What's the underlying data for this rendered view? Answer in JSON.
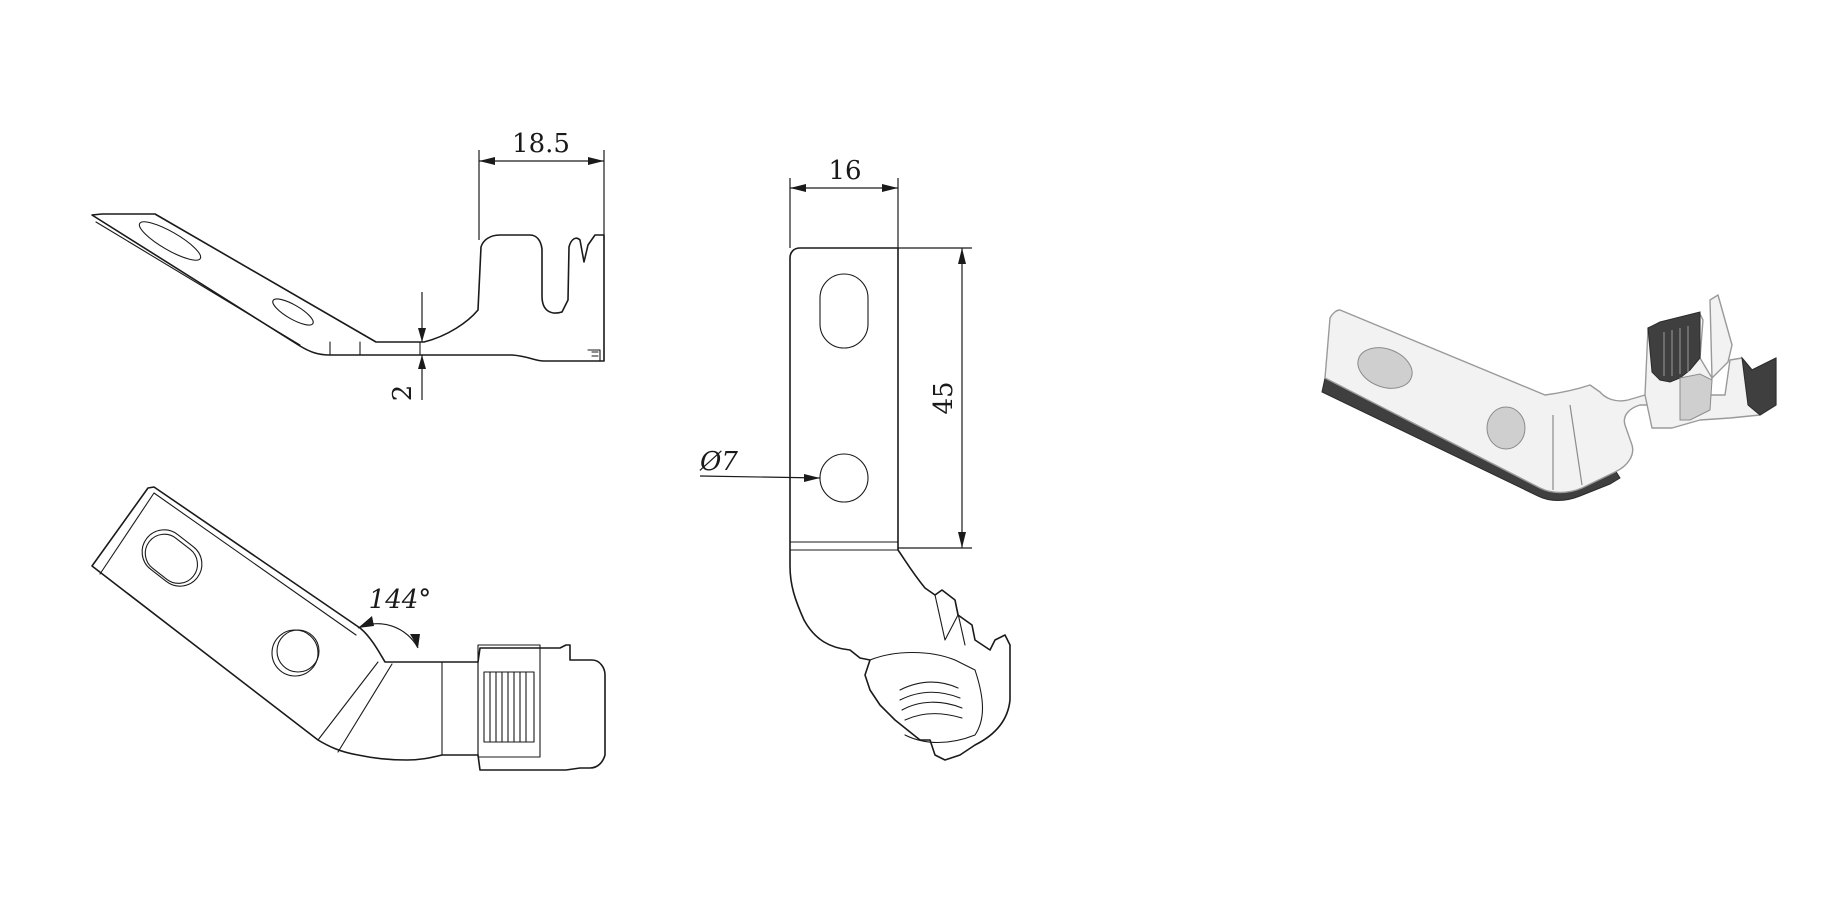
{
  "drawing": {
    "views": [
      {
        "name": "side-view",
        "dimensions": {
          "width_top": "18.5",
          "thickness": "2"
        }
      },
      {
        "name": "top-view",
        "dimensions": {
          "bend_angle": "144°"
        }
      },
      {
        "name": "front-view",
        "dimensions": {
          "width": "16",
          "length": "45",
          "hole_diameter": "Ø7"
        }
      },
      {
        "name": "isometric-view"
      }
    ],
    "colors": {
      "line": "#1a1a1a",
      "shade_dark": "#3f3f3f",
      "shade_light": "#f2f2f2"
    }
  }
}
